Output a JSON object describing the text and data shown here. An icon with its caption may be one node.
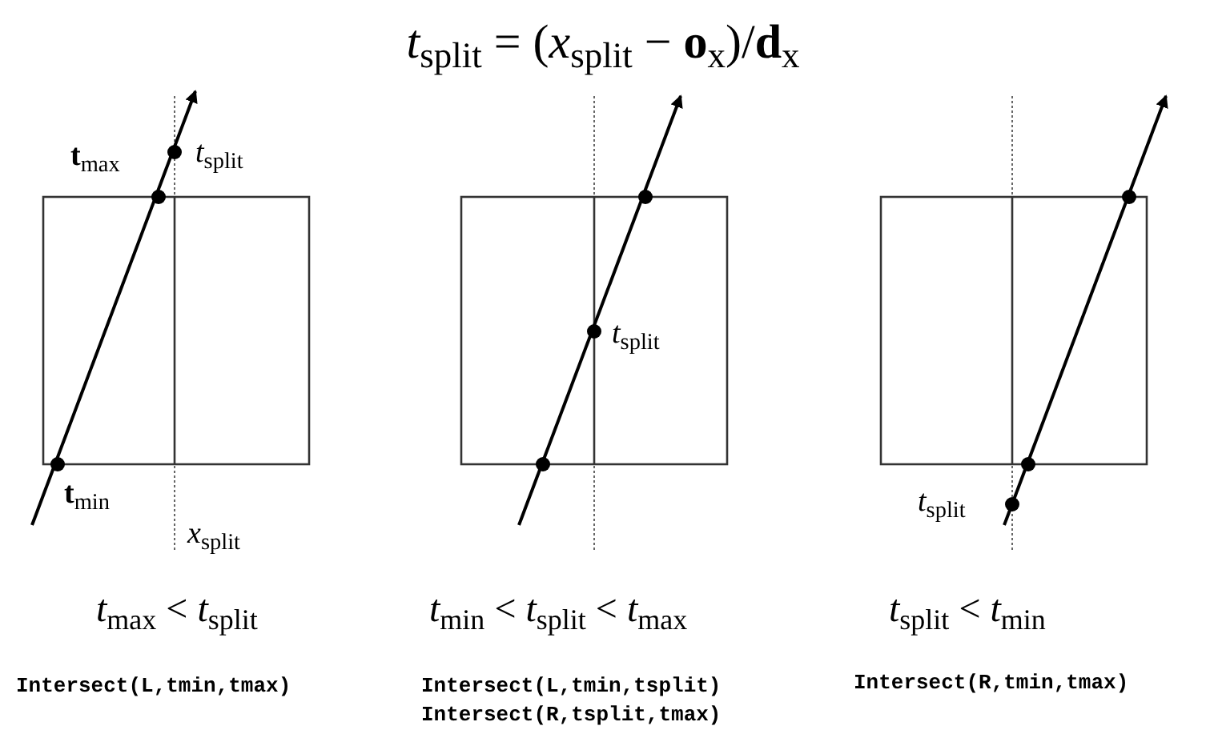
{
  "diagram": {
    "title": "*t*$_{split}$ = (*x*$_{split}$ − **o**$_{x}$)/**d**$_{x}$",
    "labels": [
      "**t**$_{max}$",
      "*t*$_{split}$",
      "**t**$_{min}$",
      "*x*$_{split}$",
      "*t*$_{split}$",
      "*t*$_{split}$",
      "*t*$_{max}$ < *t*$_{split}$",
      "*t*$_{min}$ < *t*$_{split}$ < *t*$_{max}$",
      "*t*$_{split}$ < *t*$_{min}$",
      "Intersect(L,tmin,tmax)",
      "Intersect(L,tmin,tsplit)",
      "Intersect(R,tsplit,tmax)",
      "Intersect(R,tmin,tmax)"
    ]
  }
}
